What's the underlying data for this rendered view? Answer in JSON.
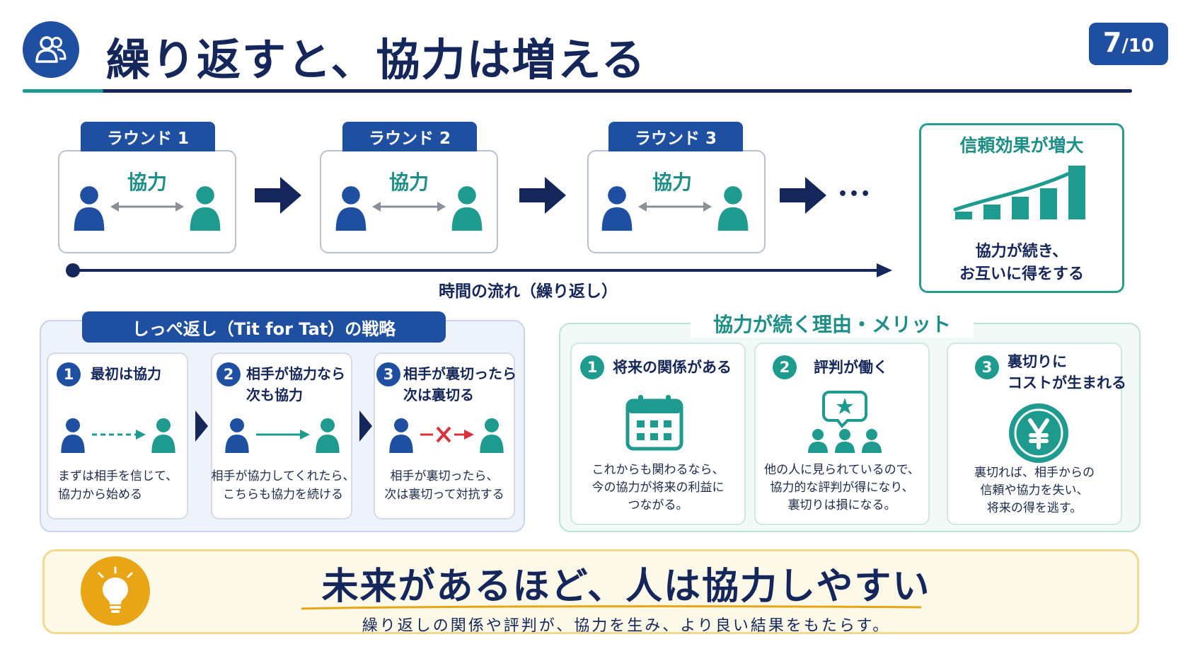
{
  "header": {
    "title": "繰り返すと、協力は増える",
    "page_current": "7",
    "page_total": "/10",
    "icon": "users-icon"
  },
  "rounds": [
    {
      "label": "ラウンド 1",
      "action": "協力"
    },
    {
      "label": "ラウンド 2",
      "action": "協力"
    },
    {
      "label": "ラウンド 3",
      "action": "協力"
    }
  ],
  "ellipsis": "•••",
  "timeline_label": "時間の流れ（繰り返し）",
  "trust": {
    "title": "信頼効果が増大",
    "line1": "協力が続き、",
    "line2": "お互いに得をする",
    "bar_levels": [
      0.15,
      0.27,
      0.42,
      0.58,
      1.0
    ]
  },
  "tft": {
    "title": "しっぺ返し（Tit for Tat）の戦略",
    "steps": [
      {
        "num": "1",
        "title1": "最初は協力",
        "title2": "",
        "desc1": "まずは相手を信じて、",
        "desc2": "協力から始める"
      },
      {
        "num": "2",
        "title1": "相手が協力なら",
        "title2": "次も協力",
        "desc1": "相手が協力してくれたら、",
        "desc2": "こちらも協力を続ける"
      },
      {
        "num": "3",
        "title1": "相手が裏切ったら",
        "title2": "次は裏切る",
        "desc1": "相手が裏切ったら、",
        "desc2": "次は裏切って対抗する"
      }
    ]
  },
  "merits": {
    "title": "協力が続く理由・メリット",
    "items": [
      {
        "num": "1",
        "head1": "将来の関係がある",
        "head2": "",
        "desc1": "これからも関わるなら、",
        "desc2": "今の協力が将来の利益に",
        "desc3": "つながる。",
        "icon": "calendar-icon"
      },
      {
        "num": "2",
        "head1": "評判が働く",
        "head2": "",
        "desc1": "他の人に見られているので、",
        "desc2": "協力的な評判が得になり、",
        "desc3": "裏切りは損になる。",
        "icon": "reputation-icon"
      },
      {
        "num": "3",
        "head1": "裏切りに",
        "head2": "コストが生まれる",
        "desc1": "裏切れば、相手からの",
        "desc2": "信頼や協力を失い、",
        "desc3": "将来の得を逃す。",
        "icon": "yen-coin-icon"
      }
    ]
  },
  "bottom": {
    "main": "未来があるほど、人は協力しやすい",
    "sub": "繰り返しの関係や評判が、協力を生み、より良い結果をもたらす。",
    "icon": "lightbulb-icon"
  },
  "colors": {
    "navy": "#15275a",
    "blue": "#1f4fa0",
    "teal": "#1e9a8e",
    "red": "#d8323a",
    "gold": "#e8a515"
  }
}
